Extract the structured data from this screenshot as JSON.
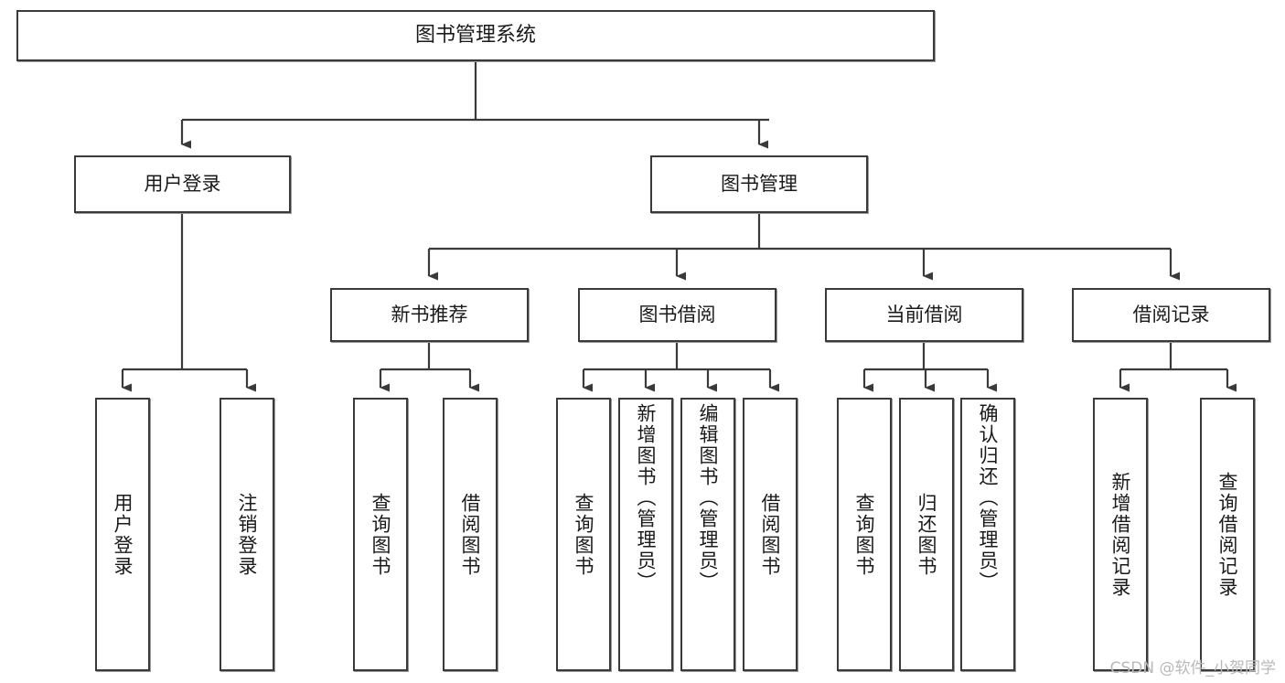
{
  "diagram": {
    "title": "图书管理系统",
    "watermark": "CSDN @软件_小贺同学",
    "levels": {
      "root": {
        "label": "图书管理系统"
      },
      "level2": [
        {
          "id": "user-login",
          "label": "用户登录"
        },
        {
          "id": "book-manage",
          "label": "图书管理"
        }
      ],
      "level3": [
        {
          "id": "new-book-recommend",
          "label": "新书推荐"
        },
        {
          "id": "book-borrow",
          "label": "图书借阅"
        },
        {
          "id": "current-borrow",
          "label": "当前借阅"
        },
        {
          "id": "borrow-record",
          "label": "借阅记录"
        }
      ],
      "leaves": {
        "user_login": [
          {
            "id": "leaf-user-login",
            "label": "用户登录"
          },
          {
            "id": "leaf-user-logout",
            "label": "注销登录"
          }
        ],
        "new_book_recommend": [
          {
            "id": "leaf-query-book-1",
            "label": "查询图书"
          },
          {
            "id": "leaf-borrow-book-1",
            "label": "借阅图书"
          }
        ],
        "book_borrow": [
          {
            "id": "leaf-query-book-2",
            "label": "查询图书"
          },
          {
            "id": "leaf-add-book",
            "label": "新增图书（管理员）"
          },
          {
            "id": "leaf-edit-book",
            "label": "编辑图书（管理员）"
          },
          {
            "id": "leaf-borrow-book-2",
            "label": "借阅图书"
          }
        ],
        "current_borrow": [
          {
            "id": "leaf-query-book-3",
            "label": "查询图书"
          },
          {
            "id": "leaf-return-book",
            "label": "归还图书"
          },
          {
            "id": "leaf-confirm-return",
            "label": "确认归还（管理员）"
          }
        ],
        "borrow_record": [
          {
            "id": "leaf-add-record",
            "label": "新增借阅记录"
          },
          {
            "id": "leaf-query-record",
            "label": "查询借阅记录"
          }
        ]
      }
    },
    "colors": {
      "stroke": "#3a3a3a",
      "fill": "#ffffff",
      "text": "#1a1a1a",
      "watermark": "#b9b9b9"
    }
  }
}
